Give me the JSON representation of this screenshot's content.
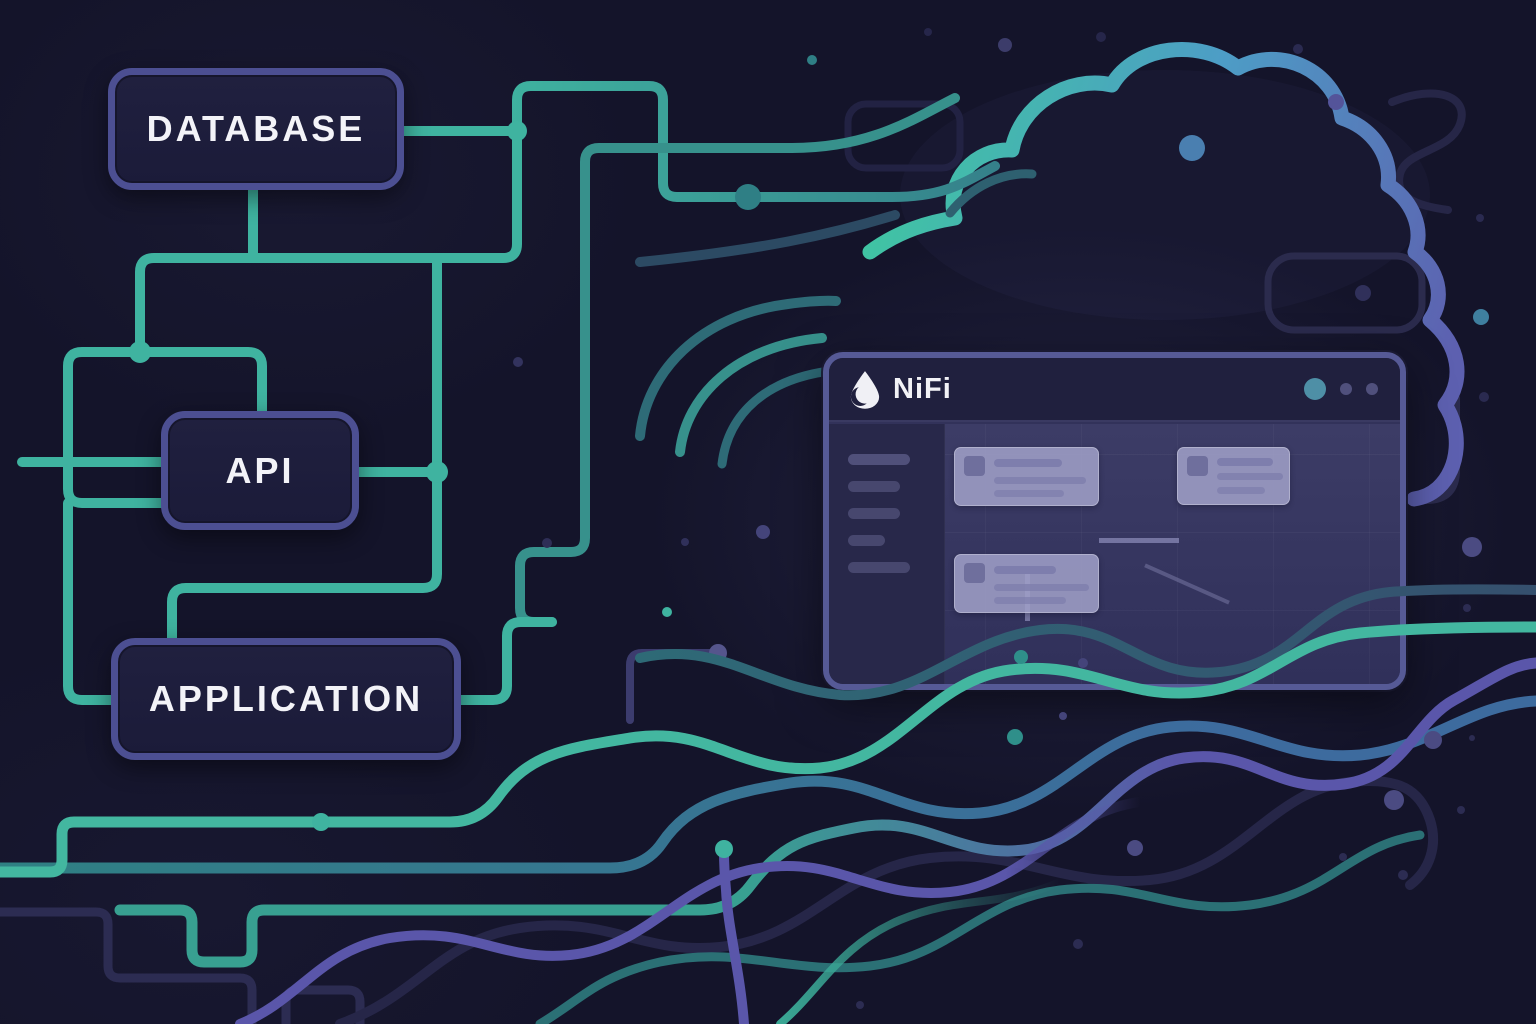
{
  "illustration": {
    "description": "Dark circuit-style illustration of data flowing from systems through Apache NiFi to the cloud",
    "boxes": [
      {
        "label": "DATABASE"
      },
      {
        "label": "API"
      },
      {
        "label": "APPLICATION"
      }
    ],
    "app_window": {
      "title": "NiFi",
      "logo_icon": "water-drop-icon",
      "window_controls": {
        "large_circles": 1,
        "small_circles": 2
      },
      "sidebar_item_count": 5,
      "processor_count": 3
    },
    "colors": {
      "background": "#14142a",
      "teal": "#3fb3a0",
      "teal_bright": "#46bfa4",
      "teal_dark": "#2e6b77",
      "steel_blue": "#3d6b9e",
      "purple": "#5a56aa",
      "cloud_gradient": [
        "#3fc7a0",
        "#4d9dc6",
        "#5d60b0"
      ],
      "box_fill": "#1d1d3e",
      "box_border": "#4c4f92",
      "window_border": "#565a96",
      "window_header": "#20203e",
      "window_body": "#32325a",
      "sidebar": "#28284a",
      "processor_fill": "#9e9ec6",
      "control_large": "#4e8fa6",
      "control_small": "#50507c"
    }
  }
}
